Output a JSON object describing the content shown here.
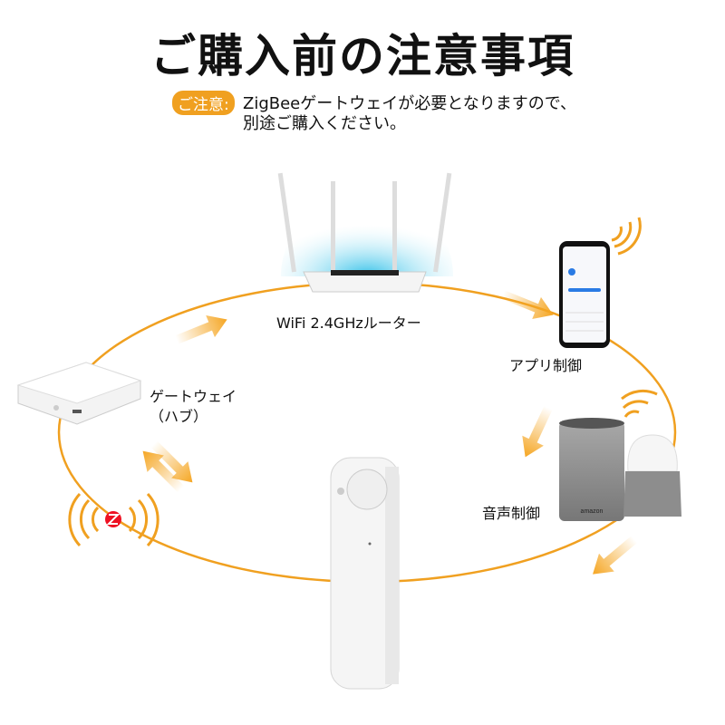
{
  "title": "ご購入前の注意事項",
  "notice": {
    "badge": "ご注意:",
    "line1": "ZigBeeゲートウェイが必要となりますので、",
    "line2": "別途ご購入ください。"
  },
  "labels": {
    "router": "WiFi 2.4GHzルーター",
    "app": "アプリ制御",
    "gateway_line1": "ゲートウェイ",
    "gateway_line2": "（ハブ）",
    "voice": "音声制御"
  },
  "speaker_brand": "amazon",
  "colors": {
    "accent": "#f0a020",
    "wifi_glow": "#7fd8f0"
  }
}
